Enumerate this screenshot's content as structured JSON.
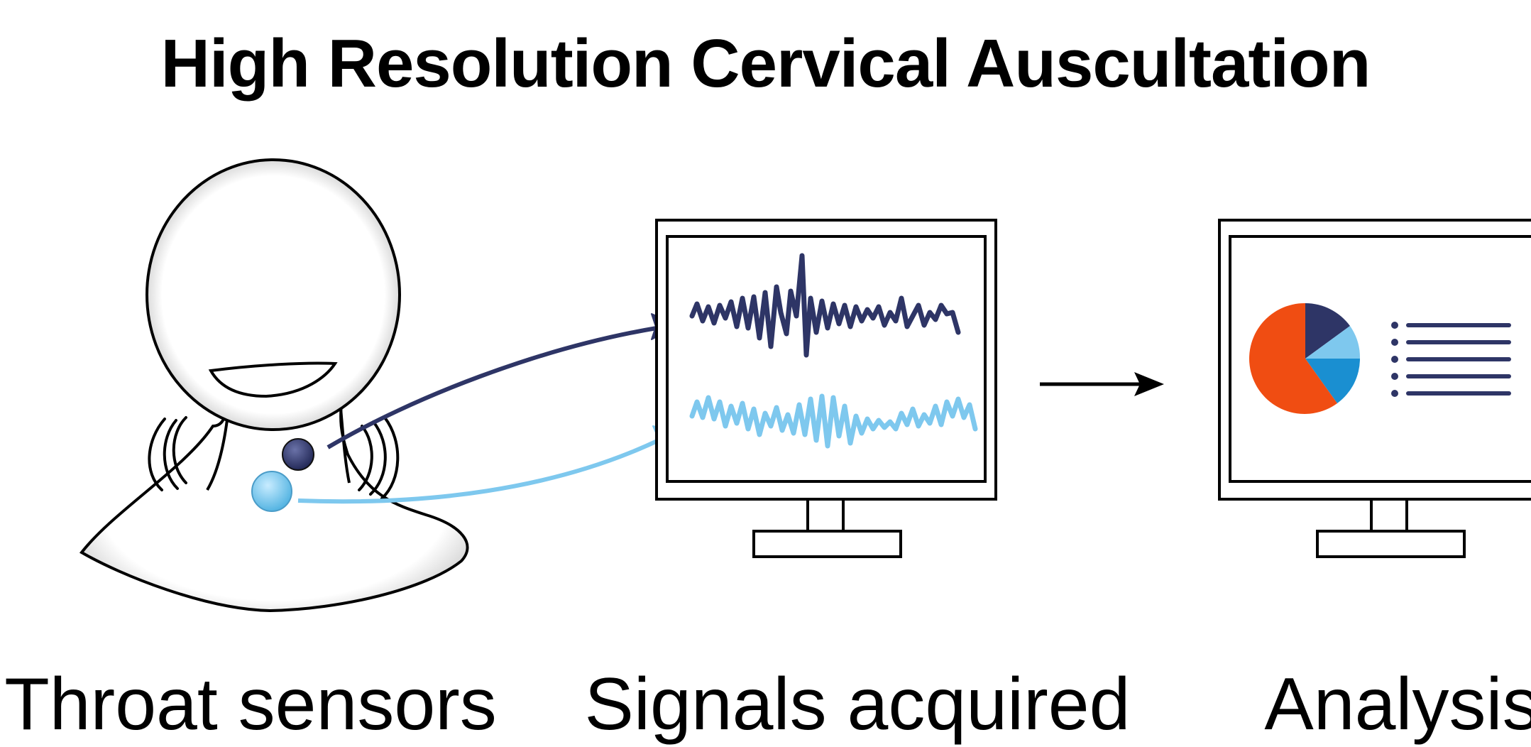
{
  "title": "High Resolution Cervical Auscultation",
  "steps": [
    {
      "label": "Throat sensors"
    },
    {
      "label": "Signals acquired"
    },
    {
      "label": "Analysis"
    }
  ],
  "colors": {
    "sensor_dark": "#2e3566",
    "sensor_light": "#7ec8ee",
    "pie_orange": "#f04d12",
    "pie_dark": "#2e3566",
    "pie_light": "#7ec8ee",
    "pie_mid": "#1a8fd1",
    "outline": "#000000"
  },
  "icons": [
    "head-figure-icon",
    "vibration-waves-icon",
    "monitor-icon",
    "signal-waveform-icon",
    "pie-chart-icon",
    "list-lines-icon",
    "arrow-right-icon"
  ]
}
